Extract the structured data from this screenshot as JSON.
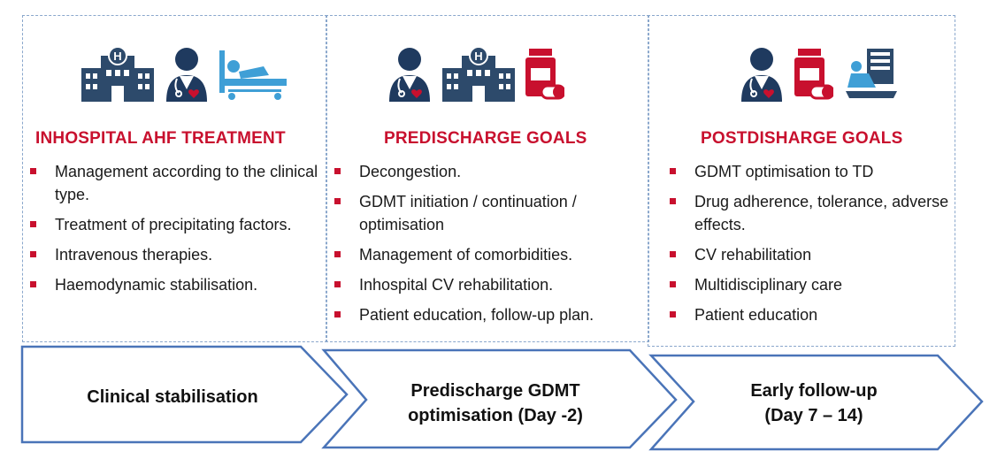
{
  "columns": [
    {
      "title": "INHOSPITAL AHF TREATMENT",
      "icons": [
        "hospital-icon",
        "doctor-icon",
        "hospital-bed-icon"
      ],
      "items": [
        "Management according to the clinical type.",
        "Treatment of precipitating factors.",
        "Intravenous therapies.",
        "Haemodynamic stabilisation."
      ]
    },
    {
      "title": "PREDISCHARGE GOALS",
      "icons": [
        "doctor-icon",
        "hospital-icon",
        "medication-icon"
      ],
      "items": [
        "Decongestion.",
        "GDMT initiation / continuation / optimisation",
        "Management of comorbidities.",
        "Inhospital CV rehabilitation.",
        "Patient education, follow-up plan."
      ]
    },
    {
      "title": "POSTDISHARGE GOALS",
      "icons": [
        "doctor-icon",
        "medication-icon",
        "patient-chair-icon"
      ],
      "items": [
        "GDMT optimisation to TD",
        "Drug adherence, tolerance, adverse effects.",
        "CV rehabilitation",
        "Multidisciplinary care",
        "Patient education"
      ]
    }
  ],
  "arrows": [
    {
      "line1": "Clinical stabilisation",
      "line2": ""
    },
    {
      "line1": "Predischarge GDMT",
      "line2": "optimisation (Day -2)"
    },
    {
      "line1": "Early follow-up",
      "line2": "(Day 7 – 14)"
    }
  ],
  "colors": {
    "accent_red": "#c8102e",
    "navy": "#2d4a6b",
    "teal": "#3f9fd6",
    "arrow_border": "#4a74b8",
    "dashed_border": "#8aa7cc"
  }
}
